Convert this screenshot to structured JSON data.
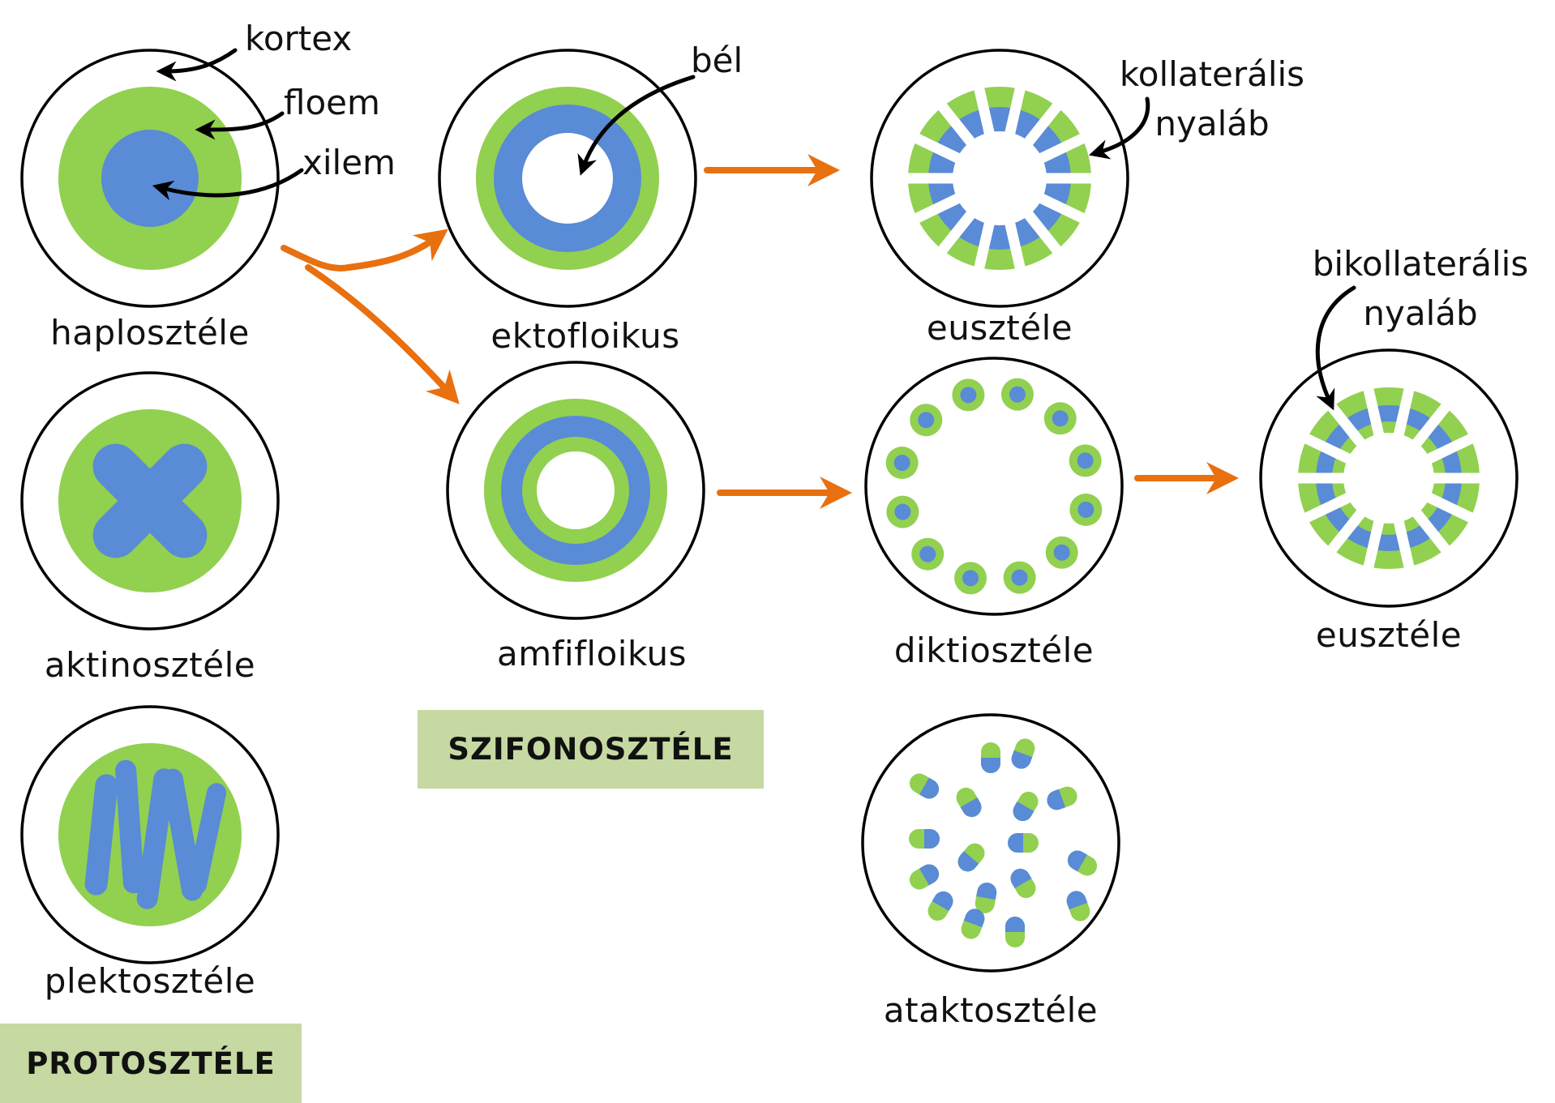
{
  "colors": {
    "xylem": "#598bd6",
    "phloem": "#92d050",
    "outline": "#000000",
    "arrow_orange": "#e8700f",
    "group_box": "#c6d9a2"
  },
  "labels": {
    "haplostele": "haplosztéle",
    "actinostele": "aktinosztéle",
    "plectostele": "plektosztéle",
    "ectophloic": "ektofloikus",
    "amphiphloic": "amfifloikus",
    "eustele_1": "eusztéle",
    "dictyostele": "diktiosztéle",
    "eustele_2": "eusztéle",
    "atactostele": "ataktosztéle"
  },
  "annotations": {
    "cortex": "kortex",
    "phloem": "floem",
    "xylem": "xilem",
    "pith": "bél",
    "collateral_line1": "kollaterális",
    "collateral_line2": "nyaláb",
    "bicollateral_line1": "bikollaterális",
    "bicollateral_line2": "nyaláb"
  },
  "groups": {
    "protostele": "PROTOSZTÉLE",
    "siphonostele": "SZIFONOSZTÉLE"
  }
}
